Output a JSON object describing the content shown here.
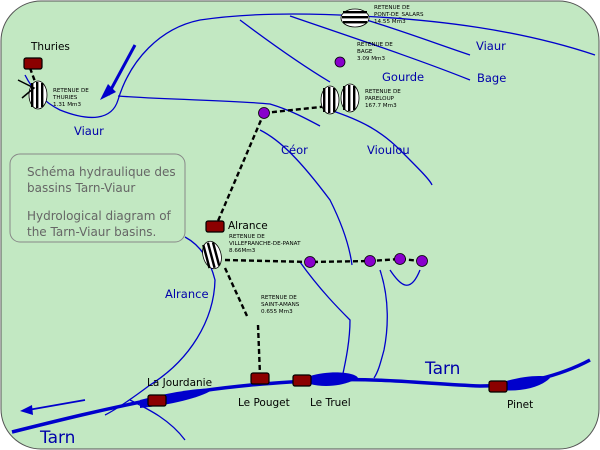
{
  "rivers": {
    "viaur_west": "Viaur",
    "viaur_east": "Viaur",
    "bage": "Bage",
    "gourde": "Gourde",
    "ceor": "Céor",
    "vioulou": "Vioulou",
    "alrance": "Alrance",
    "tarn_east": "Tarn",
    "tarn_west": "Tarn"
  },
  "stations": {
    "thuries": "Thuries",
    "alrance": "Alrance",
    "la_jourdanie": "La Jourdanie",
    "le_pouget": "Le Pouget",
    "le_truel": "Le Truel",
    "pinet": "Pinet"
  },
  "reservoirs": {
    "thuries": {
      "title": "RETENUE DE",
      "name": "THURIES",
      "volume": "1.31 Mm3"
    },
    "pont_de_salars": {
      "title": "RETENUE DE",
      "name": "PONT-DE_SALARS",
      "volume": "14.55 Mm3"
    },
    "bage": {
      "title": "RETENUE DE",
      "name": "BAGE",
      "volume": "3.09 Mm3"
    },
    "pareloup": {
      "title": "RETENUE DE",
      "name": "PARELOUP",
      "volume": "167.7 Mm3"
    },
    "villefranche": {
      "title": "RETENUE DE",
      "name": "VILLEFRANCHE-DE-PANAT",
      "volume": "8.66Mm3"
    },
    "saint_amans": {
      "title": "RETENUE DE",
      "name": "SAINT-AMANS",
      "volume": "0.655 Mm3"
    }
  },
  "legend": {
    "fr_line1": "Schéma hydraulique des",
    "fr_line2": "bassins Tarn-Viaur",
    "en_line1": "Hydrological diagram of",
    "en_line2": "the Tarn-Viaur basins."
  },
  "colors": {
    "background": "#c2e8c2",
    "river": "#0000cc",
    "pipe": "#000000",
    "power_station": "#8b0000",
    "junction": "#8800cc"
  }
}
